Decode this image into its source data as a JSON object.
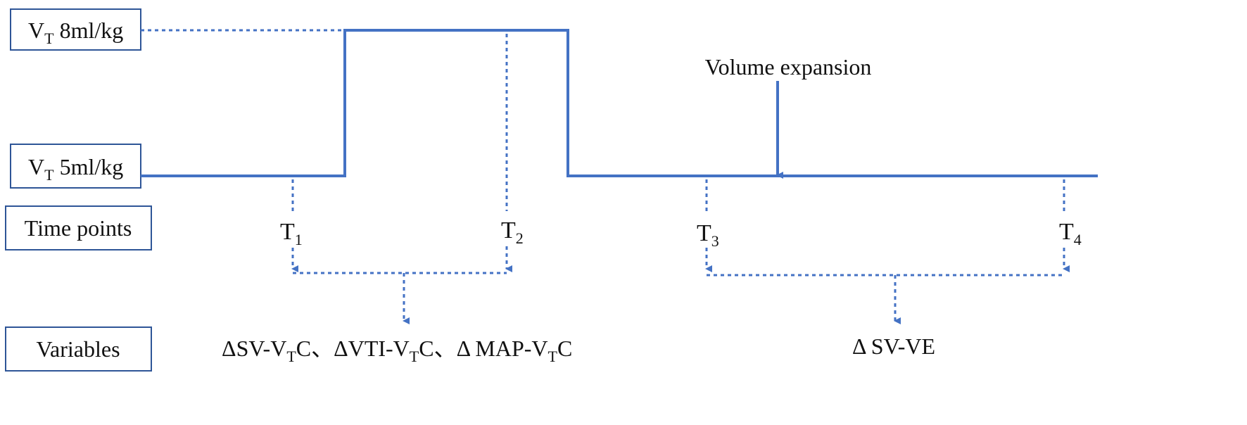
{
  "labels": {
    "vt8": {
      "main": "V",
      "sub": "T",
      "rest": " 8ml/kg"
    },
    "vt5": {
      "main": "V",
      "sub": "T",
      "rest": " 5ml/kg"
    },
    "time_points": "Time points",
    "variables": "Variables",
    "volume_expansion": "Volume expansion"
  },
  "time_points": [
    {
      "main": "T",
      "sub": "1"
    },
    {
      "main": "T",
      "sub": "2"
    },
    {
      "main": "T",
      "sub": "3"
    },
    {
      "main": "T",
      "sub": "4"
    }
  ],
  "variables": {
    "group1": {
      "a_pre": "ΔSV-V",
      "a_sub": "T",
      "a_post": "C、",
      "b_pre": "ΔVTI-V",
      "b_sub": "T",
      "b_post": "C、",
      "c_pre": "Δ MAP-V",
      "c_sub": "T",
      "c_post": "C"
    },
    "group2": "Δ SV-VE"
  },
  "colors": {
    "line": "#4472C4",
    "box_border": "#2E5597",
    "text": "#111111"
  }
}
